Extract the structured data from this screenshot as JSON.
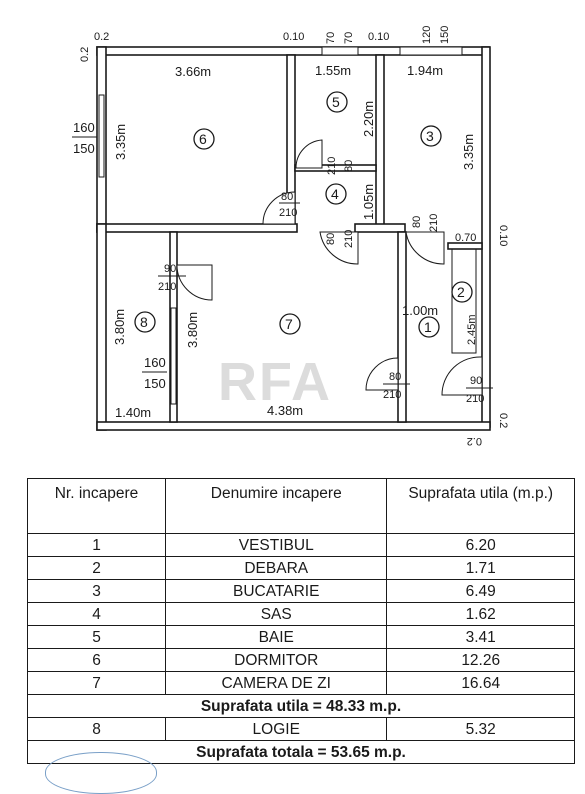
{
  "plan": {
    "watermark": "RFA",
    "rooms": [
      {
        "num": "6",
        "width_label": "3.66m",
        "height_label": "3.35m"
      },
      {
        "num": "5",
        "width_label": "1.55m",
        "height_label": "2.20m"
      },
      {
        "num": "3",
        "width_label": "1.94m",
        "height_label": "3.35m"
      },
      {
        "num": "4",
        "height_label": "1.05m"
      },
      {
        "num": "7",
        "width_label": "4.38m",
        "height_label": "3.80m"
      },
      {
        "num": "8",
        "width_label": "1.40m",
        "height_label": "3.80m"
      },
      {
        "num": "1",
        "width_label": "1.00m"
      },
      {
        "num": "2",
        "width_label": "0.70",
        "height_label": "2.45m"
      }
    ],
    "windows": [
      {
        "top": "160",
        "bottom": "150"
      },
      {
        "top": "120",
        "bottom": "150"
      },
      {
        "top": "70",
        "bottom": "70"
      },
      {
        "top": "160",
        "bottom": "150"
      }
    ],
    "doors": [
      {
        "top": "80",
        "bottom": "210"
      },
      {
        "top": "210",
        "bottom": "80"
      },
      {
        "top": "80",
        "bottom": "210"
      },
      {
        "top": "80",
        "bottom": "210"
      },
      {
        "top": "90",
        "bottom": "210"
      },
      {
        "top": "80",
        "bottom": "210"
      },
      {
        "top": "90",
        "bottom": "210"
      }
    ],
    "wall_marks": {
      "a": "0.2",
      "b": "0.2",
      "c": "0.10",
      "d": "0.10",
      "e": "0.10",
      "f": "0.2",
      "g": "0.2"
    }
  },
  "table": {
    "headers": [
      "Nr. incapere",
      "Denumire incapere",
      "Suprafata utila (m.p.)"
    ],
    "rows": [
      {
        "nr": "1",
        "name": "VESTIBUL",
        "area": "6.20"
      },
      {
        "nr": "2",
        "name": "DEBARA",
        "area": "1.71"
      },
      {
        "nr": "3",
        "name": "BUCATARIE",
        "area": "6.49"
      },
      {
        "nr": "4",
        "name": "SAS",
        "area": "1.62"
      },
      {
        "nr": "5",
        "name": "BAIE",
        "area": "3.41"
      },
      {
        "nr": "6",
        "name": "DORMITOR",
        "area": "12.26"
      },
      {
        "nr": "7",
        "name": "CAMERA DE ZI",
        "area": "16.64"
      }
    ],
    "subtotal": "Suprafata utila = 48.33 m.p.",
    "extra_row": {
      "nr": "8",
      "name": "LOGIE",
      "area": "5.32"
    },
    "total": "Suprafata totala = 53.65 m.p."
  }
}
